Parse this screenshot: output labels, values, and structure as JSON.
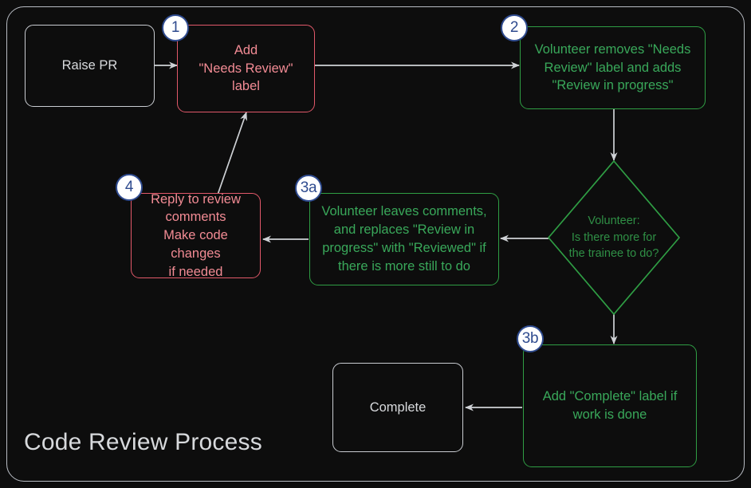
{
  "diagram": {
    "title": "Code Review Process",
    "colors": {
      "background": "#0d0d0d",
      "frame": "#b9bdc4",
      "plain_border": "#c9ccd1",
      "plain_text": "#d8dadd",
      "red_border": "#e2596a",
      "red_text": "#f28b94",
      "green_border": "#2f9e44",
      "green_text": "#39a85a",
      "badge_fill": "#ffffff",
      "badge_border": "#2f4b8f",
      "badge_text": "#2f4b8f",
      "arrow": "#cfd2d6"
    },
    "nodes": {
      "raise_pr": {
        "text": "Raise PR"
      },
      "add_needs_review": {
        "text": "Add\n\"Needs Review\"\nlabel"
      },
      "volunteer_removes": {
        "text": "Volunteer removes \"Needs\nReview\" label and adds\n\"Review in progress\""
      },
      "decision": {
        "text": "Volunteer:\nIs there more for\nthe trainee to do?"
      },
      "volunteer_leaves_comments": {
        "text": "Volunteer leaves comments,\nand replaces \"Review in\nprogress\" with \"Reviewed\" if\nthere is more still to do"
      },
      "reply_to_review": {
        "text": "Reply to review\ncomments\nMake code changes\nif needed"
      },
      "add_complete_label": {
        "text": "Add \"Complete\" label if\nwork is done"
      },
      "complete": {
        "text": "Complete"
      }
    },
    "badges": {
      "one": "1",
      "two": "2",
      "three_a": "3a",
      "three_b": "3b",
      "four": "4"
    }
  }
}
